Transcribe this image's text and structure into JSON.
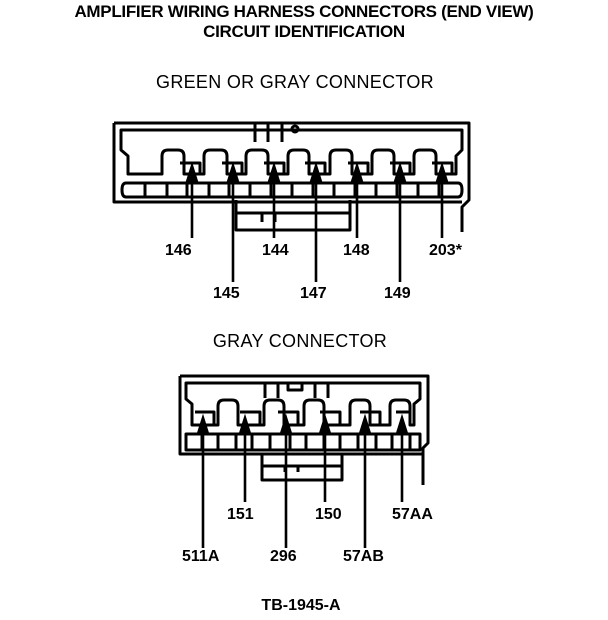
{
  "title": {
    "line1": "AMPLIFIER WIRING HARNESS CONNECTORS (END VIEW)",
    "line2": "CIRCUIT IDENTIFICATION"
  },
  "connectors": [
    {
      "name": "GREEN OR GRAY CONNECTOR",
      "upper_labels": [
        "146",
        "144",
        "148",
        "203*"
      ],
      "lower_labels": [
        "145",
        "147",
        "149"
      ]
    },
    {
      "name": "GRAY CONNECTOR",
      "upper_labels": [
        "151",
        "150",
        "57AA"
      ],
      "lower_labels": [
        "511A",
        "296",
        "57AB"
      ]
    }
  ],
  "figure_code": "TB-1945-A",
  "colors": {
    "ink": "#000000",
    "paper": "#ffffff"
  }
}
